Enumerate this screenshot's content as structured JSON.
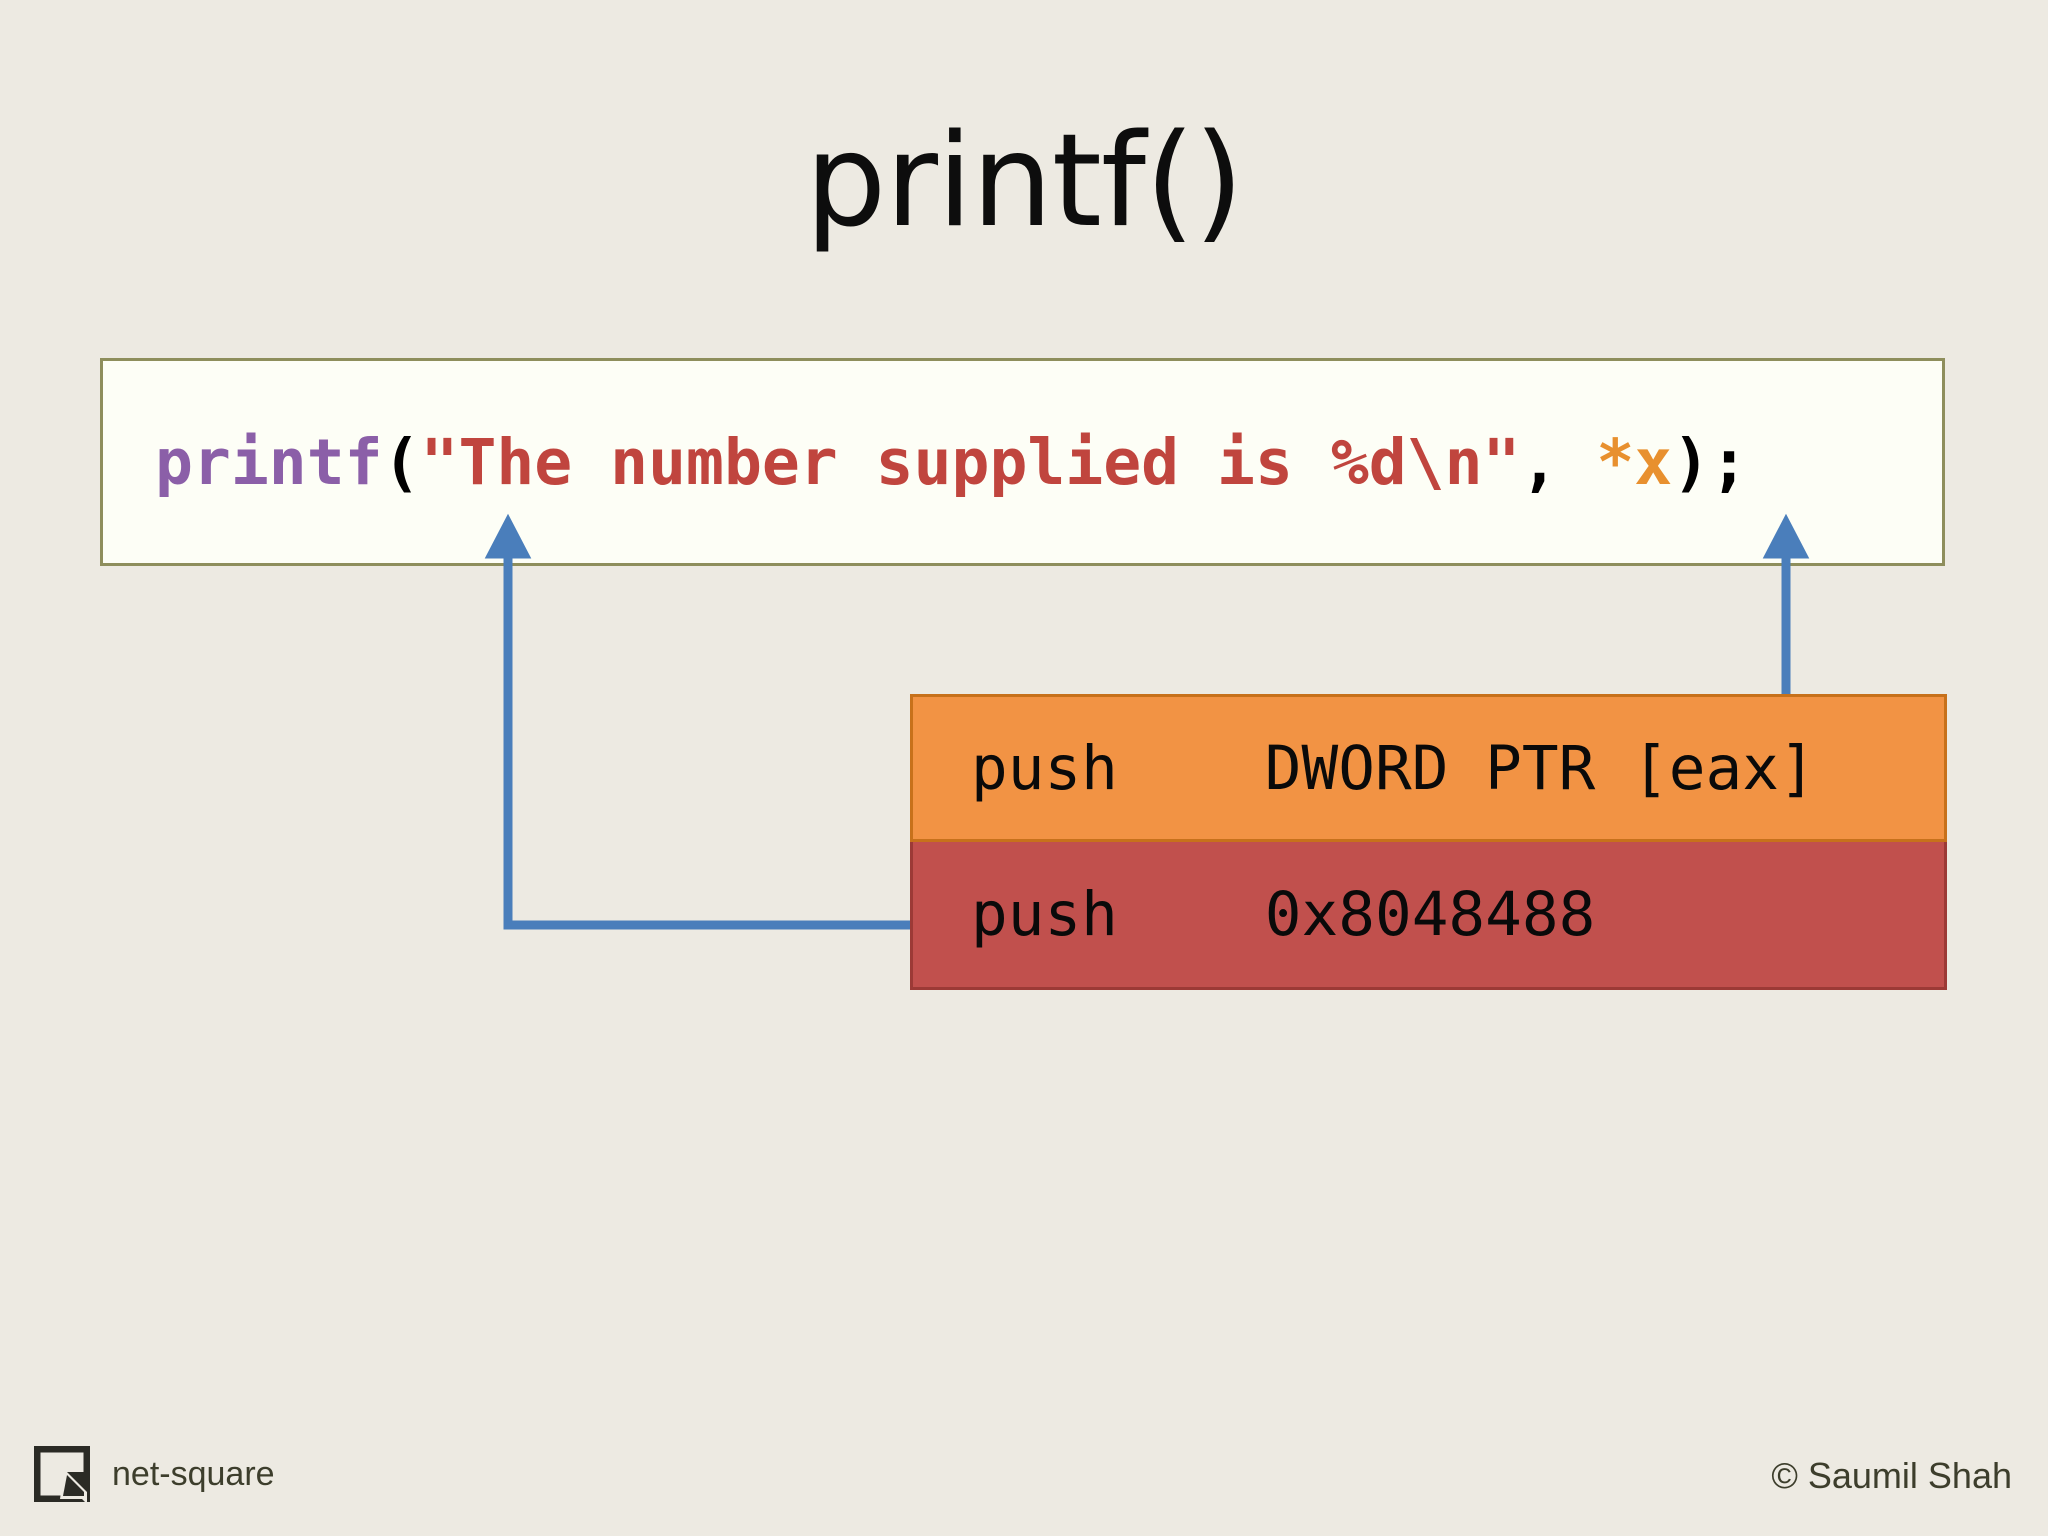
{
  "slide": {
    "background_color": "#EDEAE2",
    "title": "printf()"
  },
  "code_box": {
    "background_color": "#FDFEF6",
    "border_color": "#8E8E5C",
    "language": "c",
    "full_text": "printf(\"The number supplied is %d\\n\", *x);",
    "tokens": {
      "function_name": "printf",
      "open_paren": "(",
      "string_literal": "\"The number supplied is %d\\n\"",
      "comma": ", ",
      "pointer_arg": "*x",
      "close_paren_semicolon": ");"
    },
    "colors": {
      "function_name": "#8B5FA8",
      "punctuation": "#000000",
      "string_literal": "#C0453E",
      "pointer_arg": "#E8902E"
    }
  },
  "assembly": {
    "rows": [
      {
        "mnemonic": "push",
        "operand": "DWORD PTR [eax]",
        "text": "push    DWORD PTR [eax]",
        "fill_color": "#F29344",
        "border_color": "#C7711B"
      },
      {
        "mnemonic": "push",
        "operand": "0x8048488",
        "text": "push    0x8048488",
        "fill_color": "#C1504D",
        "border_color": "#9C3A36"
      }
    ]
  },
  "connectors": {
    "color": "#4A7EBB",
    "items": [
      {
        "name": "string-literal-connector",
        "from": "push 0x8048488 row",
        "to": "string literal in printf call",
        "style": "elbow"
      },
      {
        "name": "pointer-arg-connector",
        "from": "push DWORD PTR [eax] row",
        "to": "*x argument in printf call",
        "style": "straight"
      }
    ]
  },
  "footer": {
    "brand": "net-square",
    "logo_icon": "net-square-logo-icon",
    "copyright": "© Saumil Shah",
    "text_color": "#3D3E2C"
  }
}
